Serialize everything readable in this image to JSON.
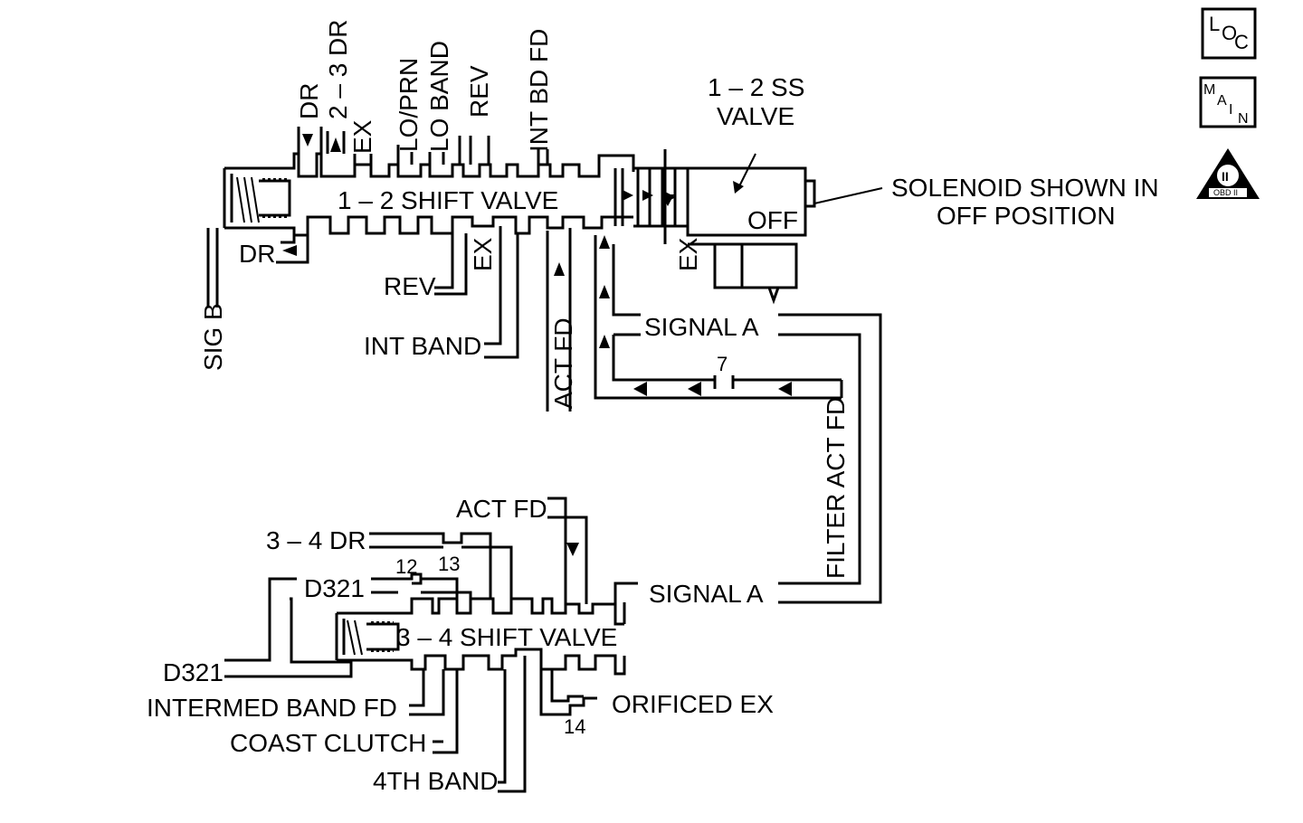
{
  "valve12": {
    "title": "1 – 2 SHIFT VALVE",
    "top_labels": [
      "DR",
      "2 – 3 DR",
      "EX",
      "LO/PRN",
      "LO BAND",
      "REV",
      "INT BD FD"
    ],
    "bottom_labels": {
      "dr": "DR",
      "rev": "REV",
      "ex": "EX",
      "int_band": "INT BAND",
      "sig_b": "SIG B",
      "act_fd": "ACT FD"
    }
  },
  "solenoid": {
    "title_line1": "1 – 2 SS",
    "title_line2": "VALVE",
    "state": "OFF",
    "ex": "EX",
    "note_line1": "SOLENOID SHOWN IN",
    "note_line2": "OFF POSITION"
  },
  "signal_a_upper": "SIGNAL A",
  "orifice_7": "7",
  "filter_act_fd": "FILTER ACT FD",
  "valve34": {
    "title": "3 – 4 SHIFT VALVE",
    "act_fd": "ACT FD",
    "dr34": "3 – 4 DR",
    "orifice_12": "12",
    "orifice_13": "13",
    "d321_top": "D321",
    "signal_a": "SIGNAL A",
    "d321_left": "D321",
    "intermed_band_fd": "INTERMED BAND FD",
    "coast_clutch": "COAST CLUTCH",
    "fourth_band": "4TH BAND",
    "orificed_ex": "ORIFICED EX",
    "orifice_14": "14"
  },
  "icons": {
    "loc": {
      "l": "L",
      "o": "O",
      "c": "C"
    },
    "main": {
      "m": "M",
      "a": "A",
      "i": "I",
      "n": "N"
    },
    "obd": {
      "roman": "II",
      "text": "OBD II"
    }
  }
}
